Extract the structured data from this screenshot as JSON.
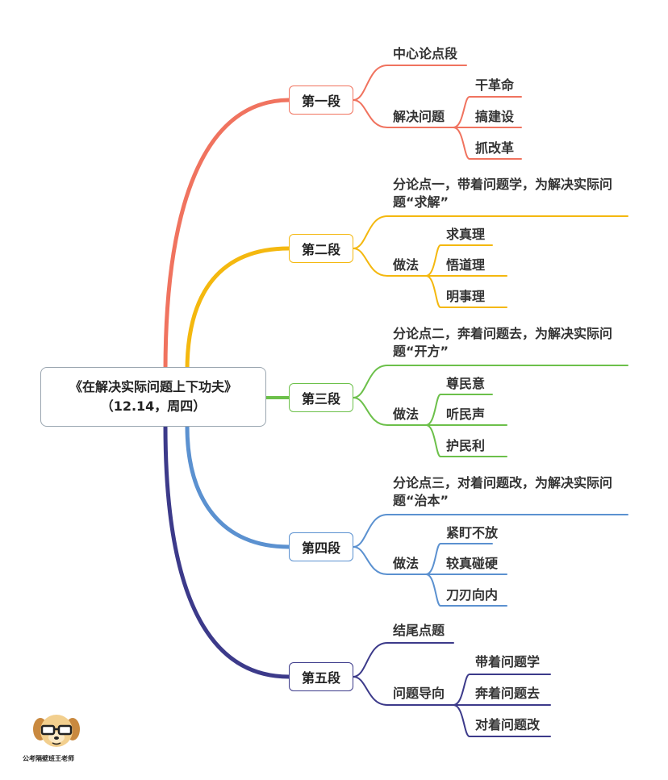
{
  "root": {
    "title": "《在解决实际问题上下功夫》",
    "subtitle": "（12.14，周四）"
  },
  "colors": {
    "sec1": "#f0735f",
    "sec2": "#f4b80f",
    "sec3": "#6cc04a",
    "sec4": "#5b91d0",
    "sec5": "#3c3a8a"
  },
  "sections": [
    {
      "label": "第一段",
      "top_text": "中心论点段",
      "mid_text": "解决问题",
      "leaves": [
        "干革命",
        "搞建设",
        "抓改革"
      ]
    },
    {
      "label": "第二段",
      "top_text": "分论点一，带着问题学，为解决实际问题“求解”",
      "mid_text": "做法",
      "leaves": [
        "求真理",
        "悟道理",
        "明事理"
      ]
    },
    {
      "label": "第三段",
      "top_text": "分论点二，奔着问题去，为解决实际问题“开方”",
      "mid_text": "做法",
      "leaves": [
        "尊民意",
        "听民声",
        "护民利"
      ]
    },
    {
      "label": "第四段",
      "top_text": "分论点三，对着问题改，为解决实际问题“治本”",
      "mid_text": "做法",
      "leaves": [
        "紧盯不放",
        "较真碰硬",
        "刀刃向内"
      ]
    },
    {
      "label": "第五段",
      "top_text": "结尾点题",
      "mid_text": "问题导向",
      "leaves": [
        "带着问题学",
        "奔着问题去",
        "对着问题改"
      ]
    }
  ],
  "logo": {
    "icon": "cartoon-dog-with-glasses-icon",
    "caption": "公考隔壁班王老师"
  }
}
